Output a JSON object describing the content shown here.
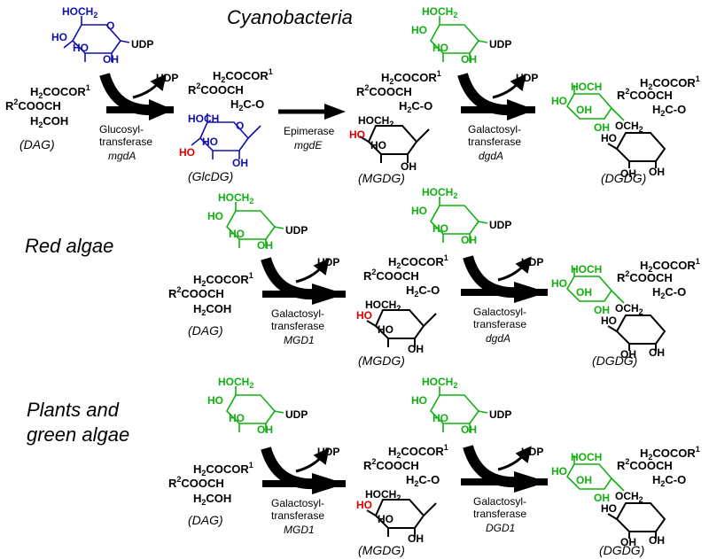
{
  "groups": {
    "cyanobacteria": "Cyanobacteria",
    "red_algae": "Red algae",
    "plants_line1": "Plants and",
    "plants_line2": "green algae"
  },
  "enzymes": {
    "glucosyl_line1": "Glucosyl-",
    "glucosyl_line2": "transferase",
    "glucosyl_gene": "mgdA",
    "epimerase": "Epimerase",
    "epimerase_gene": "mgdE",
    "galactosyl_line1": "Galactosyl-",
    "galactosyl_line2": "transferase",
    "gene_dgdA": "dgdA",
    "gene_MGD1": "MGD1",
    "gene_DGD1": "DGD1"
  },
  "compounds": {
    "DAG": "(DAG)",
    "GlcDG": "(GlcDG)",
    "MGDG": "(MGDG)",
    "DGDG": "(DGDG)"
  },
  "chem": {
    "udp": "UDP",
    "hoch2": "HOCH",
    "ho": "HO",
    "oh": "OH",
    "o": "O",
    "h2c": "H",
    "cocor": "COCOR",
    "r2": "R",
    "coo_ch": "COOCH",
    "h2coh": "COH",
    "h2c_o": "C-O",
    "och2": "OCH",
    "sub2": "2",
    "sup1": "1",
    "sup2": "2"
  },
  "colors": {
    "glucose": "#1010b0",
    "galactose": "#10b010",
    "highlight": "#e00000",
    "black": "#000000"
  }
}
